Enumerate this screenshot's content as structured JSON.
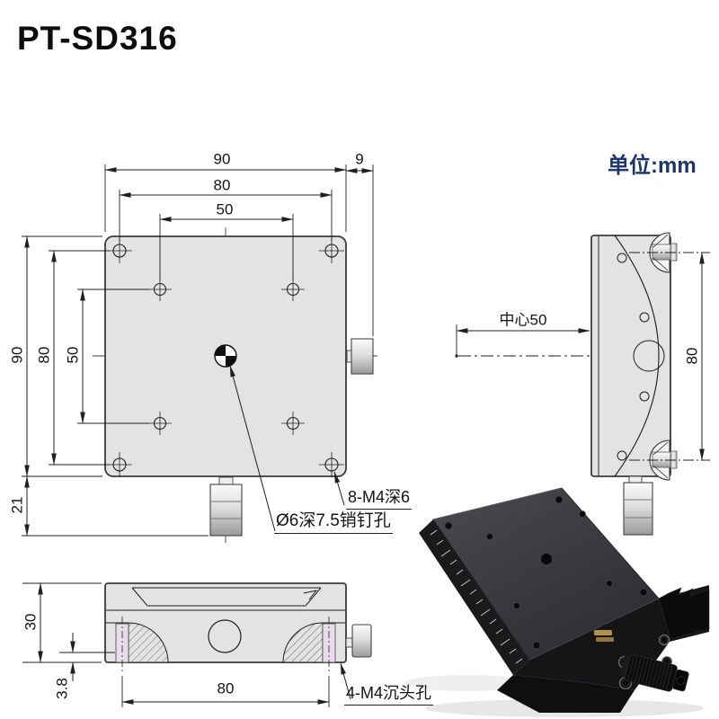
{
  "header": {
    "title": "PT-SD316",
    "unit_label": "单位:mm"
  },
  "colors": {
    "unit_label_navy": "#1c366b",
    "drawing_lines": "#1f1f1f",
    "plate_fill": "#e3e3e3",
    "slot_fill": "#e9dcea",
    "product_black": "#141416"
  },
  "top_view": {
    "dim_width_total": "90",
    "dim_knob_offset": "9",
    "dim_hole_span_w": "80",
    "dim_inner_span_w": "50",
    "dim_height_total": "90",
    "dim_hole_span_h": "80",
    "dim_inner_span_h": "50",
    "dim_knob_length": "21",
    "label_tapped_holes": "8-M4深6",
    "label_pin_hole": "Ø6深7.5销钉孔"
  },
  "side_view": {
    "dim_center_offset": "中心50",
    "dim_hole_span": "80"
  },
  "front_view": {
    "dim_height": "30",
    "dim_step": "3.8",
    "dim_hole_span": "80",
    "label_csk_holes": "4-M4沉头孔"
  }
}
